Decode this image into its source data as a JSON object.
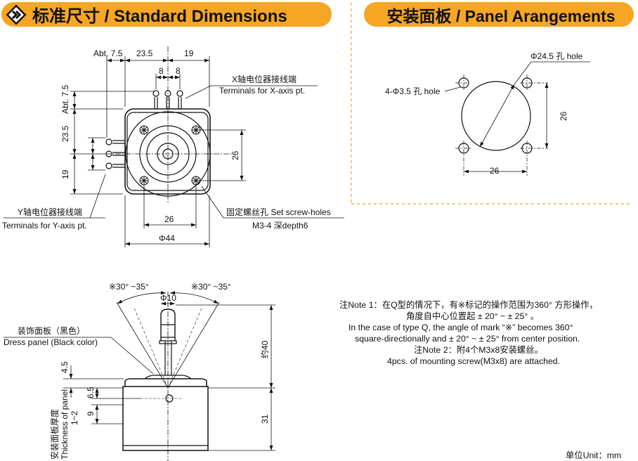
{
  "banners": {
    "left_title": "标准尺寸 / Standard Dimensions",
    "right_title": "安装面板 / Panel Arangements"
  },
  "front_view": {
    "dim_abt75": "Abt. 7.5",
    "dim_235": "23.5",
    "dim_19": "19",
    "dim_8a": "8",
    "dim_8b": "8",
    "x_terminal_cn": "X轴电位器接线端",
    "x_terminal_en": "Terminals for X-axis pt.",
    "side_abt75": "Abt. 7.5",
    "side_235": "23.5",
    "side_19": "19",
    "dim_26_right": "26",
    "dim_26_bottom": "26",
    "y_terminal_cn": "Y轴电位器接线端",
    "y_terminal_en": "Terminals for Y-axis pt.",
    "screw_holes_label": "固定螺丝孔 Set screw-holes",
    "screw_spec": "M3-4 深depth6",
    "dia_44": "Φ44"
  },
  "panel": {
    "center_hole": "Φ24.5 孔 hole",
    "mount_holes": "4-Φ3.5 孔 hole",
    "dim_26_v": "26",
    "dim_26_h": "26"
  },
  "side_view": {
    "angle_left": "※30° ~35°",
    "angle_right": "※30° ~35°",
    "dia_10": "Φ10",
    "dress_panel_cn": "装饰面板（黑色）",
    "dress_panel_en": "Dress panel (Black color)",
    "dim_45": "4.5",
    "dim_65": "6.5",
    "dim_9": "9",
    "thickness_cn": "安装面板厚度",
    "thickness_en": "Thickness of panel",
    "thickness_val": "1~2",
    "dim_40": "约40",
    "dim_31": "31"
  },
  "notes": {
    "line1": "注Note 1：在Q型的情况下，有※标记的操作范围为360° 方形操作，",
    "line2": "角度自中心位置起 ± 20° ~ ± 25° 。",
    "line3": "In the case of type Q, the angle of mark “※” becomes 360°",
    "line4": "square-directionally and ± 20° ~ ± 25°  from center position.",
    "line5": "注Note 2：附4个M3x8安装螺丝。",
    "line6": "4pcs. of mounting screw(M3x8) are attached.",
    "unit": "单位Unit：mm"
  },
  "colors": {
    "banner": "#f5a623",
    "divider": "#f0a030",
    "line": "#111111"
  },
  "icons": {
    "banner_logo": "double-chevron-icon"
  }
}
